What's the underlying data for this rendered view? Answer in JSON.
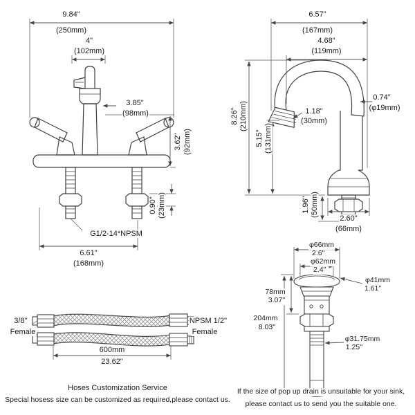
{
  "front_view": {
    "overall_width_in": "9.84\"",
    "overall_width_mm": "(250mm)",
    "hole_spacing_in": "4\"",
    "hole_spacing_mm": "(102mm)",
    "spout_in": "3.85\"",
    "spout_mm": "(98mm)",
    "height_in": "3.62\"",
    "height_mm": "(92mm)",
    "deck_in": "0.90\"",
    "deck_mm": "(23mm)",
    "thread_spec": "G1/2-14*NPSM",
    "base_width_in": "6.61\"",
    "base_width_mm": "(168mm)"
  },
  "side_view": {
    "overall_width_in": "6.57\"",
    "overall_width_mm": "(167mm)",
    "spout_reach_in": "4.68\"",
    "spout_reach_mm": "(119mm)",
    "overall_height_in": "8.26\"",
    "overall_height_mm": "(210mm)",
    "spout_height_in": "5.15\"",
    "spout_height_mm": "(131mm)",
    "outlet_in": "1.18\"",
    "outlet_mm": "(30mm)",
    "spout_dia_in": "0.74\"",
    "spout_dia_mm": "(φ19mm)",
    "shank_in": "1.96\"",
    "shank_mm": "(50mm)",
    "base_in": "2.60\"",
    "base_mm": "(66mm)"
  },
  "hoses": {
    "left_size": "3/8''",
    "left_gender": "Female",
    "right_size": "NPSM 1/2''",
    "right_gender": "Female",
    "length_mm": "600mm",
    "length_in": "23.62\"",
    "service_title": "Hoses Customization Service",
    "service_note": "Special hosess size can be customized as required,please contact us."
  },
  "drain": {
    "cap_dia_mm": "φ66mm",
    "cap_dia_in": "2.6''",
    "flange_dia_mm": "φ62mm",
    "flange_dia_in": "2.4''",
    "inner_dia_mm": "φ41mm",
    "inner_dia_in": "1.61\"",
    "upper_height_mm": "78mm",
    "upper_height_in": "3.07''",
    "total_height_mm": "204mm",
    "total_height_in": "8.03''",
    "pipe_dia_mm": "φ31.75mm",
    "pipe_dia_in": "1.25''",
    "note_line1": "If the size of pop up drain is unsuitable for your sink,",
    "note_line2": "please contact us to send you the suitable one."
  }
}
